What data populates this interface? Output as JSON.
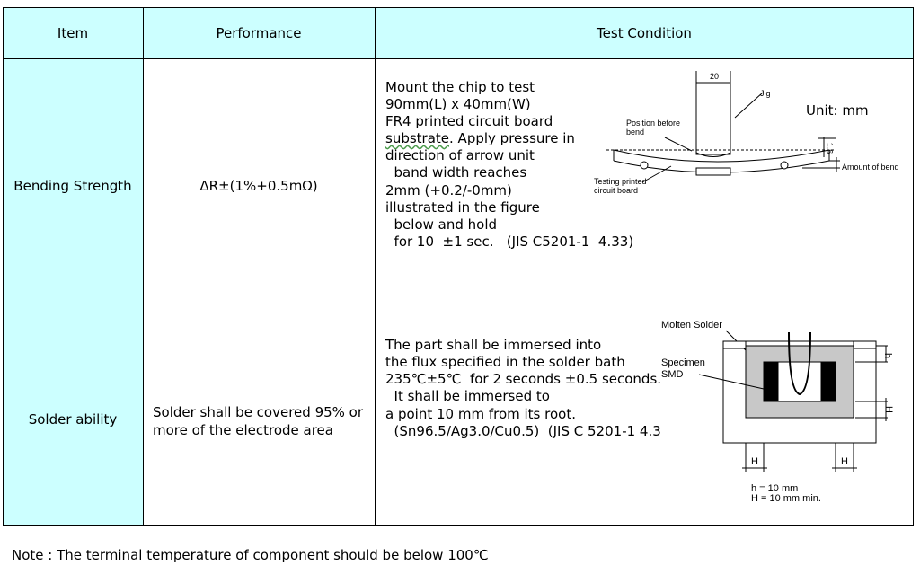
{
  "table": {
    "headers": [
      "Item",
      "Performance",
      "Test Condition"
    ],
    "rows": [
      {
        "item": "Bending Strength",
        "performance": "ΔR±(1%+0.5mΩ)",
        "condition_lines": [
          "Mount the chip to test",
          "90mm(L) x 40mm(W)",
          "FR4 printed circuit board",
          "substrate",
          ". Apply pressure in",
          "direction of arrow unit",
          "  band width reaches",
          "2mm (+0.2/-0mm)",
          "illustrated in the figure",
          "  below and hold",
          "  for 10  ±1 sec.   (JIS C5201-1  4.33)"
        ],
        "figure": {
          "dim_width": "20",
          "jig": "Jig",
          "unit": "Unit: mm",
          "position_before_bend_1": "Position before",
          "position_before_bend_2": "bend",
          "thickness": "1.6",
          "amount_of_bend": "Amount of bend",
          "testing_pcb_1": "Testing printed",
          "testing_pcb_2": "circuit board"
        }
      },
      {
        "item": "Solder ability",
        "performance_lines": [
          "Solder shall be covered 95% or",
          "more of the electrode area"
        ],
        "condition_lines": [
          "The part shall be immersed into",
          "the flux specified in the solder bath",
          "235℃±5℃  for 2 seconds ±0.5 seconds.",
          "  It shall be immersed to",
          "a point 10 mm from its root.",
          "  (Sn96.5/Ag3.0/Cu0.5)  (JIS C 5201-1 4.3"
        ],
        "figure": {
          "molten_solder": "Molten Solder",
          "specimen": "Specimen",
          "smd": "SMD",
          "h_small": "h",
          "h_big": "H",
          "h_left": "H",
          "h_right": "H",
          "note_h": "h = 10 mm",
          "note_H": "H = 10 mm min."
        }
      }
    ]
  },
  "note": "Note : The terminal temperature of component should be below 100℃"
}
